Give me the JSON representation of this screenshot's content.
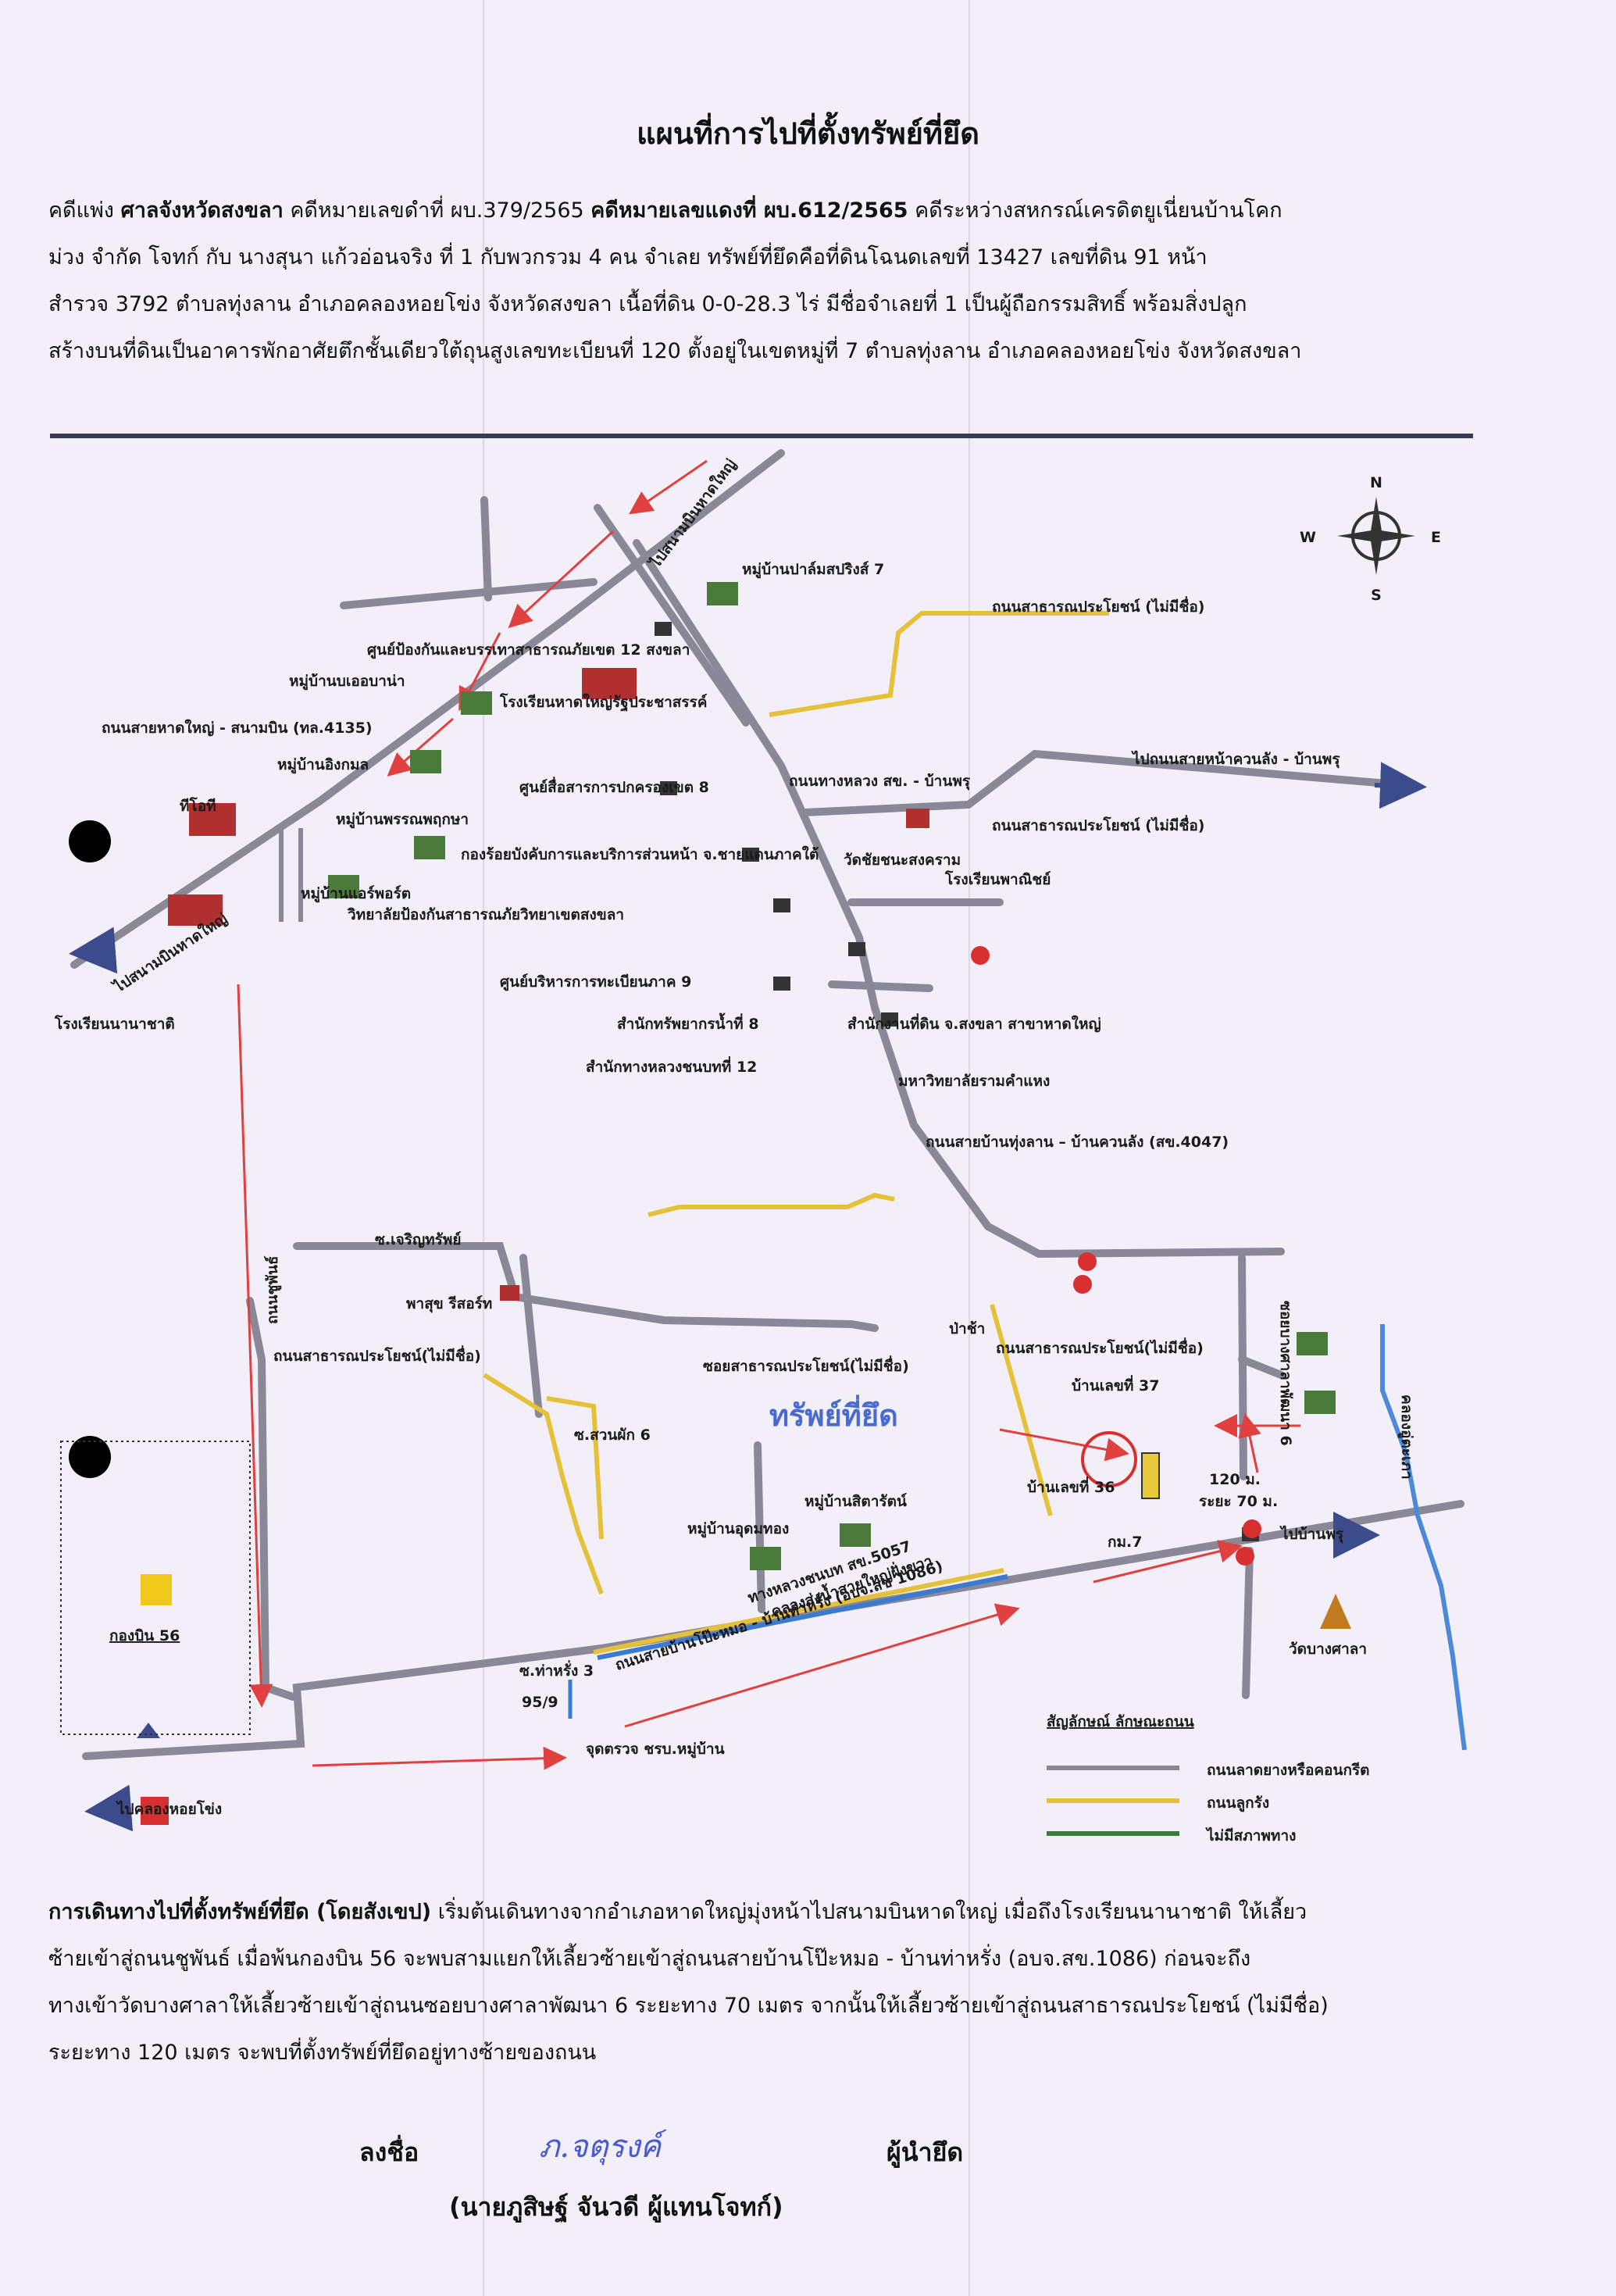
{
  "title": "แผนที่การไปที่ตั้งทรัพย์ที่ยึด",
  "header": {
    "line1": {
      "a": "คดีแพ่ง ",
      "b": "ศาลจังหวัดสงขลา",
      "c": " คดีหมายเลขดำที่ ผบ.379/2565 ",
      "d": "คดีหมายเลขแดงที่ ผบ.612/2565",
      "e": " คดีระหว่างสหกรณ์เครดิตยูเนี่ยนบ้านโคก"
    },
    "line2": "ม่วง จำกัด โจทก์ กับ นางสุนา แก้วอ่อนจริง ที่ 1 กับพวกรวม 4 คน จำเลย ทรัพย์ที่ยึดคือที่ดินโฉนดเลขที่ 13427 เลขที่ดิน 91 หน้า",
    "line3": "สำรวจ 3792 ตำบลทุ่งลาน อำเภอคลองหอยโข่ง จังหวัดสงขลา เนื้อที่ดิน 0-0-28.3 ไร่ มีชื่อจำเลยที่ 1 เป็นผู้ถือกรรมสิทธิ์ พร้อมสิ่งปลูก",
    "line4": "สร้างบนที่ดินเป็นอาคารพักอาศัยตึกชั้นเดียวใต้ถุนสูงเลขทะเบียนที่ 120 ตั้งอยู่ในเขตหมู่ที่ 7 ตำบลทุ่งลาน อำเภอคลองหอยโข่ง จังหวัดสงขลา"
  },
  "compass": {
    "n": "N",
    "s": "S",
    "e": "E",
    "w": "W"
  },
  "map_labels": {
    "airport_road": "ไปสนามบินหาดใหญ่",
    "palm_village": "หมู่บ้านปาล์มสปริงส์ 7",
    "public_road_top": "ถนนสาธารณประโยชน์ (ไม่มีชื่อ)",
    "disaster_center": "ศูนย์ป้องกันและบรรเทาสาธารณภัยเขต 12 สงขลา",
    "baan_bueo_village": "หมู่บ้านบเออบาน่า",
    "hy_school": "โรงเรียนหาดใหญ่รัฐประชาสรรค์",
    "hy_airport_road": "ถนนสายหาดใหญ่ - สนามบิน (ทล.4135)",
    "ingmon_village": "หมู่บ้านอิงกมล",
    "admin_center": "ศูนย์สื่อสารการปกครองเขต 8",
    "panya_village": "หมู่บ้านพรรณพฤกษา",
    "to_huai": "ไปถนนสายหน้าควนลัง - บ้านพรุ",
    "hm_road": "ถนนทางหลวง สข. - บ้านพรุ",
    "public_road_mid": "ถนนสาธารณประโยชน์ (ไม่มีชื่อ)",
    "tio": "ทีโอที",
    "army_unit": "กองร้อยบังคับการและบริการส่วนหน้า จ.ชายแดนภาคใต้",
    "wat_chai": "วัดชัยชนะสงคราม",
    "school_right": "โรงเรียนพาณิชย์",
    "to_airport_left": "ไปสนามบินหาดใหญ่",
    "airport_village": "หมู่บ้านแอร์พอร์ต",
    "disaster_college": "วิทยาลัยป้องกันสาธารณภัยวิทยาเขตสงขลา",
    "registration": "ศูนย์บริหารการทะเบียนภาค 9",
    "nanachat_school": "โรงเรียนนานาชาติ",
    "water_office": "สำนักทรัพยากรน้ำที่ 8",
    "land_office": "สำนักงานที่ดิน จ.สงขลา สาขาหาดใหญ่",
    "highway_office": "สำนักทางหลวงชนบทที่ 12",
    "ramkhamhaeng": "มหาวิทยาลัยรามคำแหง",
    "thunglan_road": "ถนนสายบ้านทุ่งลาน – บ้านควนลัง (สข.4047)",
    "chuphan_road": "ถนนชูพันธ์",
    "soi_charoen": "ซ.เจริญทรัพย์",
    "pasuk_resort": "พาสุข รีสอร์ท",
    "public_road_low": "ถนนสาธารณประโยชน์(ไม่มีชื่อ)",
    "soi_public": "ซอยสาธารณประโยชน์(ไม่มีชื่อ)",
    "pacha": "ป่าช้า",
    "public_road_right": "ถนนสาธารณประโยชน์(ไม่มีชื่อ)",
    "house37": "บ้านเลขที่ 37",
    "seized": "ทรัพย์ที่ยึด",
    "soi_suanphak": "ซ.สวนผัก 6",
    "sitarat": "หมู่บ้านสิตารัตน์",
    "udomthong": "หมู่บ้านอุดมทอง",
    "house36": "บ้านเลขที่ 36",
    "dist120": "120 ม.",
    "dist70": "ระยะ 70 ม.",
    "km7": "กม.7",
    "to_wat": "ไปบ้านพรุ",
    "wat_bangsala": "วัดบางศาลา",
    "sk5057": "ทางหลวงชนบท สข.5057",
    "canal": "คลองส่งน้ำสายใหญ่ฝั่งขวา",
    "pomor_road": "ถนนสายบ้านโป๊ะหมอ - บ้านท่าหรั่ง (อบจ.สข 1086)",
    "canal_label": "คลองอู่ตะเภา",
    "soi_thahrang": "ซ.ท่าหรั่ง 3",
    "no959": "95/9",
    "checkpoint": "จุดตรวจ ชรบ.หมู่บ้าน",
    "airforce": "กองบิน 56",
    "to_khlonghoi": "ไปคลองหอยโข่ง",
    "bangsala_soi": "ซอยบางศาลาพัฒนา 6"
  },
  "legend": {
    "title": "สัญลักษณ์ ลักษณะถนน",
    "items": [
      {
        "label": "ถนนลาดยางหรือคอนกรีต",
        "color": "#8a8796"
      },
      {
        "label": "ถนนลูกรัง",
        "color": "#e5c13a"
      },
      {
        "label": "ไม่มีสภาพทาง",
        "color": "#3a7a3a"
      }
    ]
  },
  "directions": {
    "heading": "การเดินทางไปที่ตั้งทรัพย์ที่ยึด (โดยสังเขป)",
    "line1": " เริ่มต้นเดินทางจากอำเภอหาดใหญ่มุ่งหน้าไปสนามบินหาดใหญ่ เมื่อถึงโรงเรียนนานาชาติ ให้เลี้ยว",
    "line2": "ซ้ายเข้าสู่ถนนชูพันธ์ เมื่อพ้นกองบิน 56 จะพบสามแยกให้เลี้ยวซ้ายเข้าสู่ถนนสายบ้านโป๊ะหมอ - บ้านท่าหรั่ง (อบจ.สข.1086) ก่อนจะถึง",
    "line3": "ทางเข้าวัดบางศาลาให้เลี้ยวซ้ายเข้าสู่ถนนซอยบางศาลาพัฒนา 6 ระยะทาง 70 เมตร จากนั้นให้เลี้ยวซ้ายเข้าสู่ถนนสาธารณประโยชน์ (ไม่มีชื่อ)",
    "line4": "ระยะทาง 120 เมตร จะพบที่ตั้งทรัพย์ที่ยึดอยู่ทางซ้ายของถนน"
  },
  "signature": {
    "sign_label": "ลงชื่อ",
    "signature_text": "ภ.จตุรงค์",
    "role": "ผู้นำยึด",
    "name": "(นายภูสิษฐ์ จันวดี ผู้แทนโจทก์)"
  }
}
